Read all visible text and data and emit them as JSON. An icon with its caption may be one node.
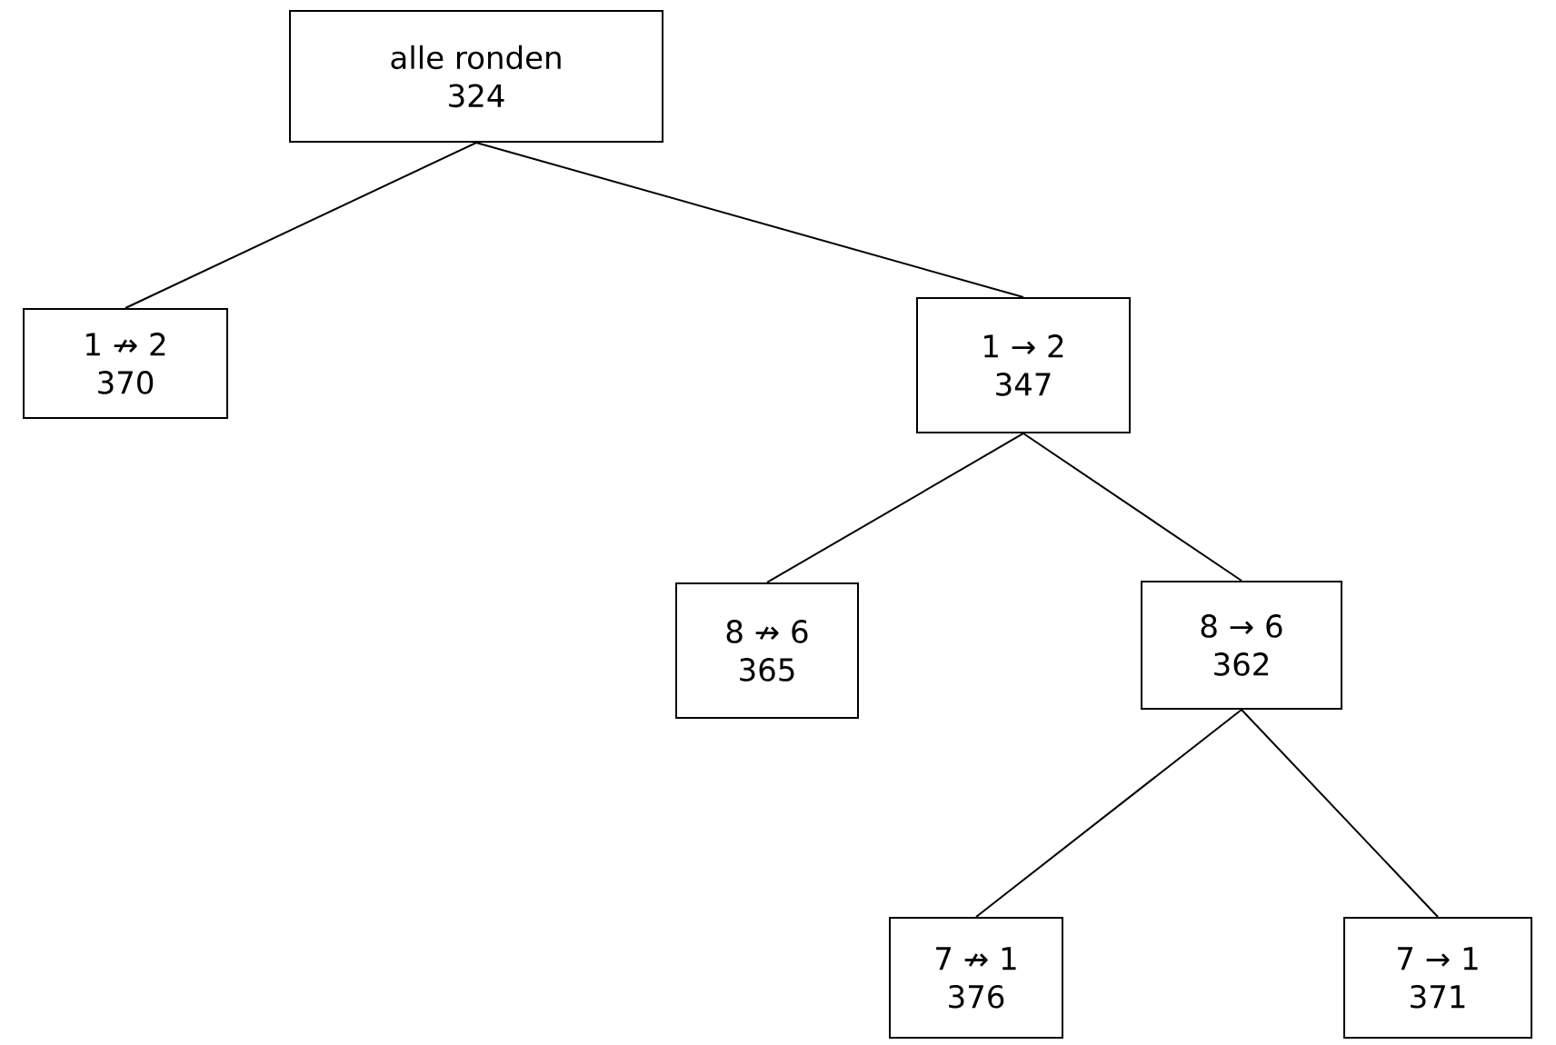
{
  "diagram": {
    "nodes": [
      {
        "text": [
          "alle ronden",
          "324"
        ]
      },
      {
        "text": [
          "1 ↛ 2",
          "370"
        ]
      },
      {
        "text": [
          "1 → 2",
          "347"
        ]
      },
      {
        "text": [
          "8 ↛ 6",
          "365"
        ]
      },
      {
        "text": [
          "8 → 6",
          "362"
        ]
      },
      {
        "text": [
          "7 ↛ 1",
          "376"
        ]
      },
      {
        "text": [
          "7 → 1",
          "371"
        ]
      }
    ],
    "edges": [
      {
        "from": 0,
        "to": 1,
        "arrow": "none"
      },
      {
        "from": 0,
        "to": 2,
        "arrow": "none"
      },
      {
        "from": 2,
        "to": 3,
        "arrow": "none"
      },
      {
        "from": 2,
        "to": 4,
        "arrow": "none"
      },
      {
        "from": 4,
        "to": 5,
        "arrow": "none"
      },
      {
        "from": 4,
        "to": 6,
        "arrow": "none"
      }
    ]
  }
}
